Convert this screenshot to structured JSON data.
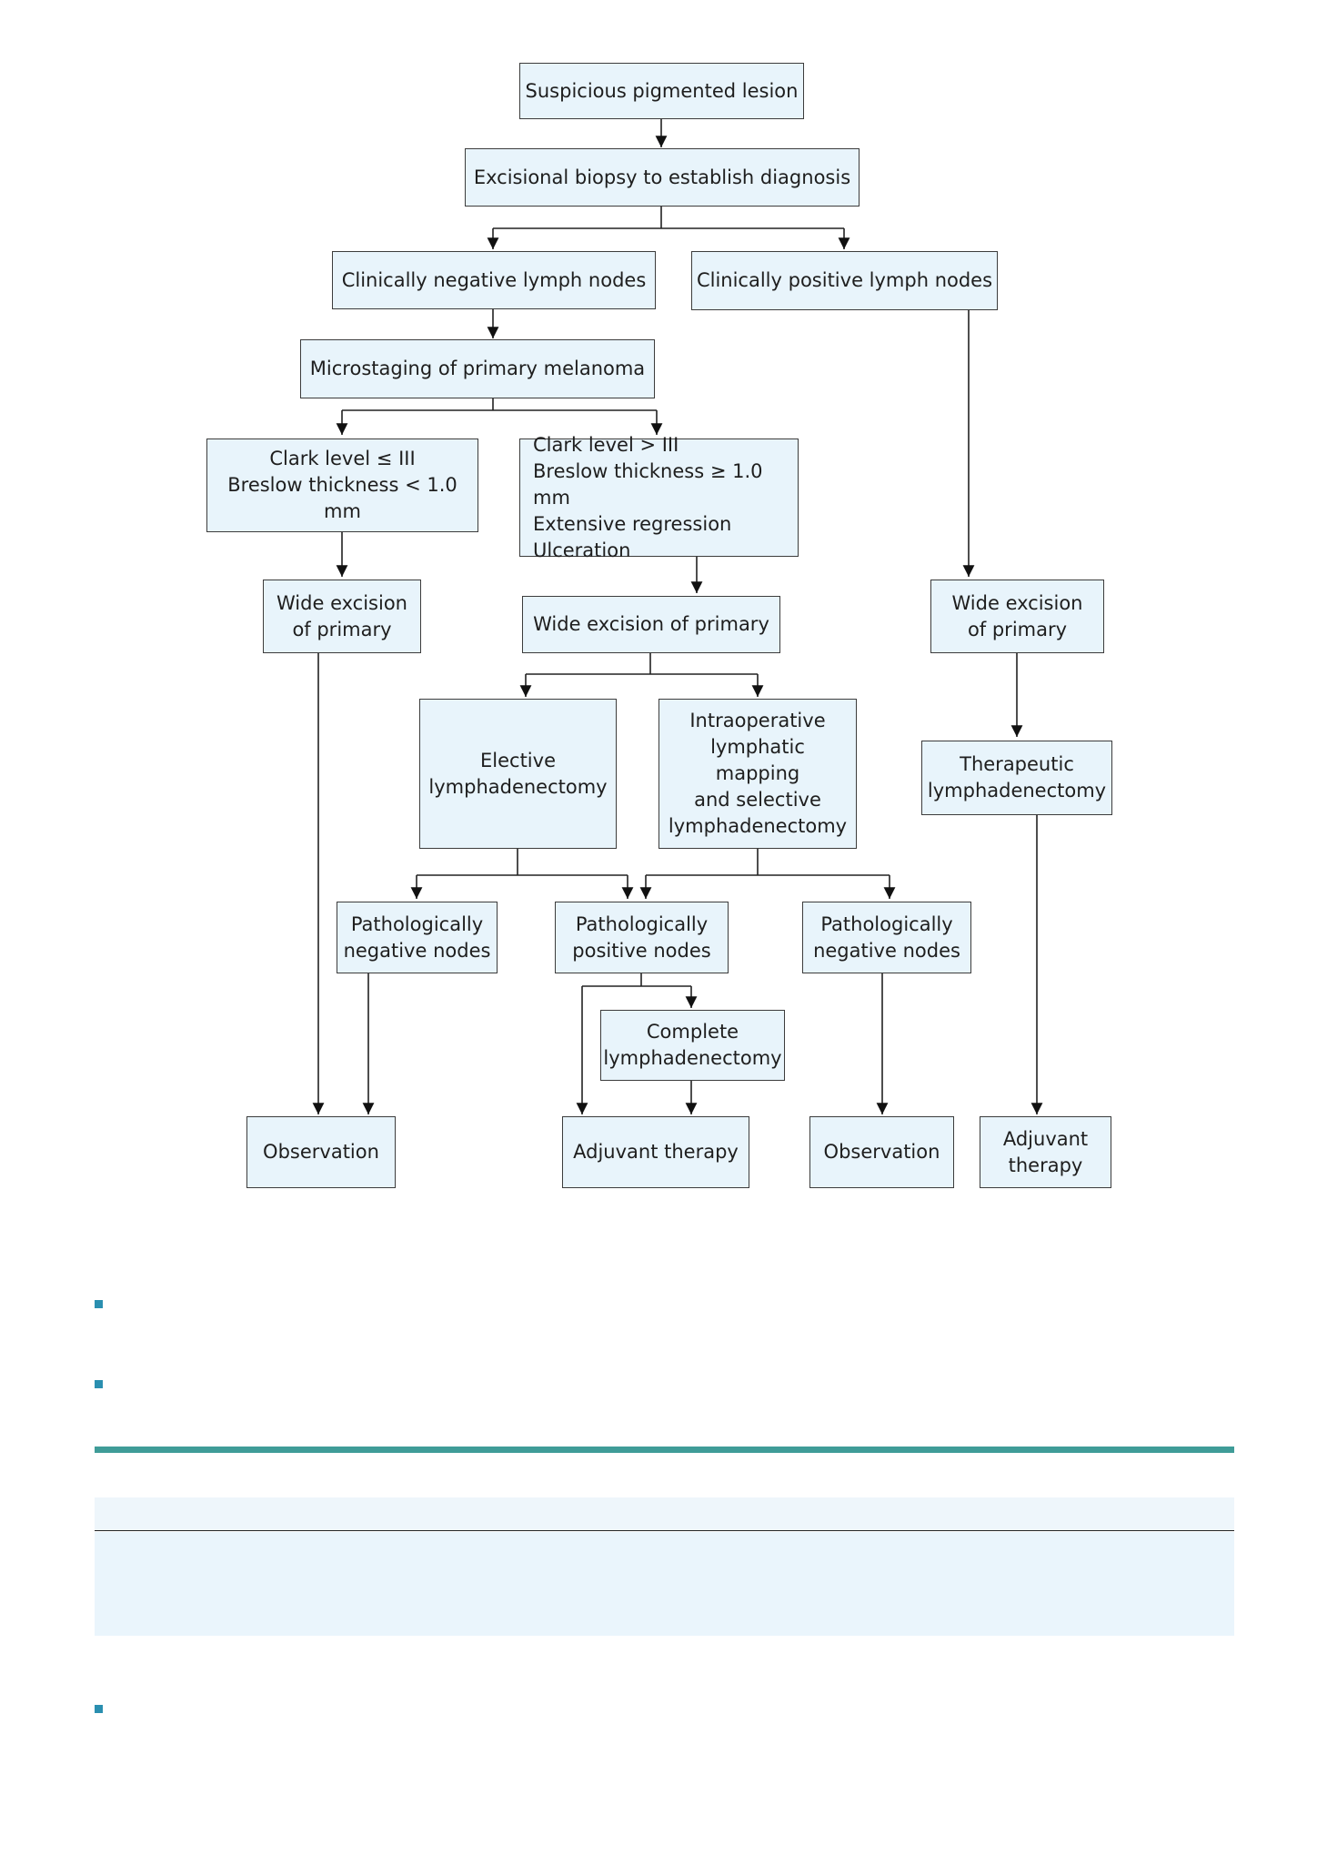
{
  "flowchart": {
    "nodes": {
      "suspicious": "Suspicious pigmented lesion",
      "biopsy": "Excisional biopsy to establish diagnosis",
      "neg_nodes": "Clinically negative lymph nodes",
      "pos_nodes": "Clinically positive lymph nodes",
      "microstaging": "Microstaging of primary melanoma",
      "clark_low": "Clark level ≤ III\nBreslow thickness < 1.0 mm",
      "clark_high": "Clark level > III\nBreslow thickness ≥ 1.0 mm\nExtensive regression\nUlceration",
      "wide_excision_1": "Wide excision\nof primary",
      "wide_excision_2": "Wide excision of primary",
      "wide_excision_3": "Wide excision\nof primary",
      "elective": "Elective\nlymphadenectomy",
      "intraop": "Intraoperative\nlymphatic\nmapping\nand selective\nlymphadenectomy",
      "therapeutic": "Therapeutic\nlymphadenectomy",
      "path_neg_1": "Pathologically\nnegative nodes",
      "path_pos": "Pathologically\npositive nodes",
      "path_neg_2": "Pathologically\nnegative nodes",
      "complete": "Complete\nlymphadenectomy",
      "observation_1": "Observation",
      "adjuvant_1": "Adjuvant therapy",
      "observation_2": "Observation",
      "adjuvant_2": "Adjuvant\ntherapy"
    }
  }
}
